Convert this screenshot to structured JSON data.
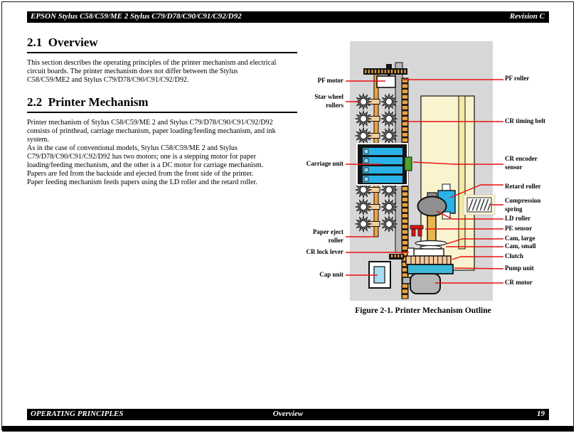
{
  "page": {
    "header": {
      "title": "EPSON Stylus C58/C59/ME 2  Stylus C79/D78/C90/C91/C92/D92",
      "revision": "Revision C"
    },
    "footer": {
      "left": "OPERATING PRINCIPLES",
      "center": "Overview",
      "page_number": "19"
    }
  },
  "sections": [
    {
      "heading": "2.1  Overview",
      "paragraphs": [
        "This section describes the operating principles of the printer mechanism and electrical circuit boards. The printer mechanism does not differ between the Stylus C58/C59/ME2 and Stylus C79/D78/C90/C91/C92/D92."
      ]
    },
    {
      "heading": "2.2  Printer Mechanism",
      "paragraphs": [
        "Printer mechanism of Stylus C58/C59/ME 2 and Stylus C79/D78/C90/C91/C92/D92 consists of printhead, carriage mechanism, paper loading/feeding mechanism, and ink system.",
        "As in the case of conventional models, Stylus C58/C59/ME 2 and Stylus C79/D78/C90/C91/C92/D92 has two motors; one is a stepping motor for paper loading/feeding mechanism, and the other is a DC motor for carriage mechanism.",
        "Papers are fed from the backside and ejected from the front side of the printer.",
        "Paper feeding mechanism feeds papers using the LD roller and the retard roller."
      ]
    }
  ],
  "figure": {
    "caption": "Figure 2-1.  Printer Mechanism Outline",
    "left_labels": [
      {
        "name": "pf-motor",
        "lines": [
          "PF motor"
        ]
      },
      {
        "name": "star-wheel-rollers",
        "lines": [
          "Star wheel",
          "rollers"
        ]
      },
      {
        "name": "carriage-unit",
        "lines": [
          "Carriage unit"
        ]
      },
      {
        "name": "paper-eject-roller",
        "lines": [
          "Paper eject",
          "roller"
        ]
      },
      {
        "name": "cr-lock-lever",
        "lines": [
          "CR lock lever"
        ]
      },
      {
        "name": "cap-unit",
        "lines": [
          "Cap unit"
        ]
      }
    ],
    "right_labels": [
      {
        "name": "pf-roller",
        "lines": [
          "PF roller"
        ]
      },
      {
        "name": "cr-timing-belt",
        "lines": [
          "CR timing belt"
        ]
      },
      {
        "name": "cr-encoder-sensor",
        "lines": [
          "CR encoder",
          "sensor"
        ]
      },
      {
        "name": "retard-roller",
        "lines": [
          "Retard roller"
        ]
      },
      {
        "name": "compression-spring",
        "lines": [
          "Compression",
          "spring"
        ]
      },
      {
        "name": "ld-roller",
        "lines": [
          "LD roller"
        ]
      },
      {
        "name": "pe-sensor",
        "lines": [
          "PE sensor"
        ]
      },
      {
        "name": "cam-large",
        "lines": [
          "Cam, large"
        ]
      },
      {
        "name": "cam-small",
        "lines": [
          "Cam, small"
        ]
      },
      {
        "name": "clutch",
        "lines": [
          "Clutch"
        ]
      },
      {
        "name": "pump-unit",
        "lines": [
          "Pump unit"
        ]
      },
      {
        "name": "cr-motor",
        "lines": [
          "CR motor"
        ]
      }
    ],
    "colors": {
      "leader_line": "#e81010",
      "diagram_background": "#d7d7d7",
      "panel_cream": "#faf3cf",
      "belt_orange": "#f2a33c",
      "carriage_cyan": "#29b2e8",
      "pump_teal": "#3fb9d8",
      "encoder_green": "#4ea32a",
      "pe_sensor_red": "#e01010",
      "motor_gray": "#b5b5b5"
    }
  }
}
